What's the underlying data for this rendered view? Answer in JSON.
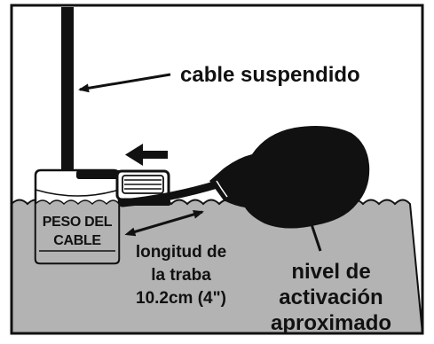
{
  "labels": {
    "suspended_cable": "cable suspendido",
    "cable_weight_line1": "PESO DEL",
    "cable_weight_line2": "CABLE",
    "tether_length_line1": "longitud de",
    "tether_length_line2": "la traba",
    "tether_length_line3": "10.2cm (4\")",
    "activation_level_line1": "nivel de",
    "activation_level_line2": "activación",
    "activation_level_line3": "aproximado"
  },
  "colors": {
    "water": "#b3b3b3",
    "ink": "#111111",
    "background": "#ffffff"
  },
  "icons": [
    "cable-weight-icon",
    "cable-clip-icon",
    "float-switch-icon",
    "arrow-icon"
  ]
}
